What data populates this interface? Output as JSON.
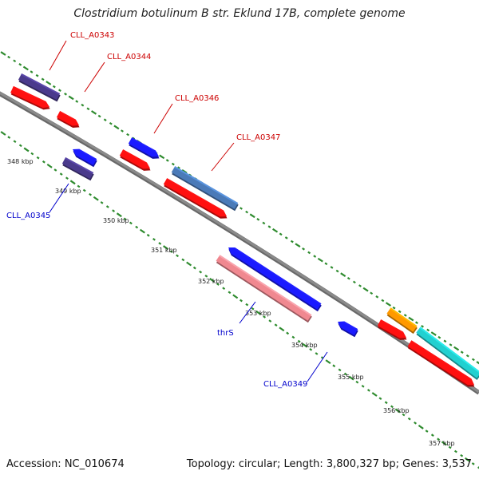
{
  "title": "Clostridium botulinum B str. Eklund 17B, complete genome",
  "footer": {
    "accession_label": "Accession: NC_010674",
    "summary": "Topology: circular; Length: 3,800,327 bp; Genes: 3,537"
  },
  "colors": {
    "backbone": "#8a8a8a",
    "tick_mark": "#2e8b2e",
    "forward_label": "#cc0000",
    "reverse_label": "#0000cc",
    "feature_red": "#ff1010",
    "feature_blue": "#1a1aff",
    "feature_navy": "#4a3a8c",
    "feature_steel": "#4a7ab8",
    "feature_pink": "#f08890",
    "feature_orange": "#ff9900",
    "feature_cyan": "#22d0d0"
  },
  "ticks": [
    "348 kbp",
    "349 kbp",
    "350 kbp",
    "351 kbp",
    "352 kbp",
    "353 kbp",
    "354 kbp",
    "355 kbp",
    "356 kbp",
    "357 kbp"
  ],
  "gene_labels": {
    "forward": [
      "CLL_A0343",
      "CLL_A0344",
      "CLL_A0346",
      "CLL_A0347"
    ],
    "reverse": [
      "CLL_A0345",
      "thrS",
      "CLL_A0349"
    ]
  }
}
